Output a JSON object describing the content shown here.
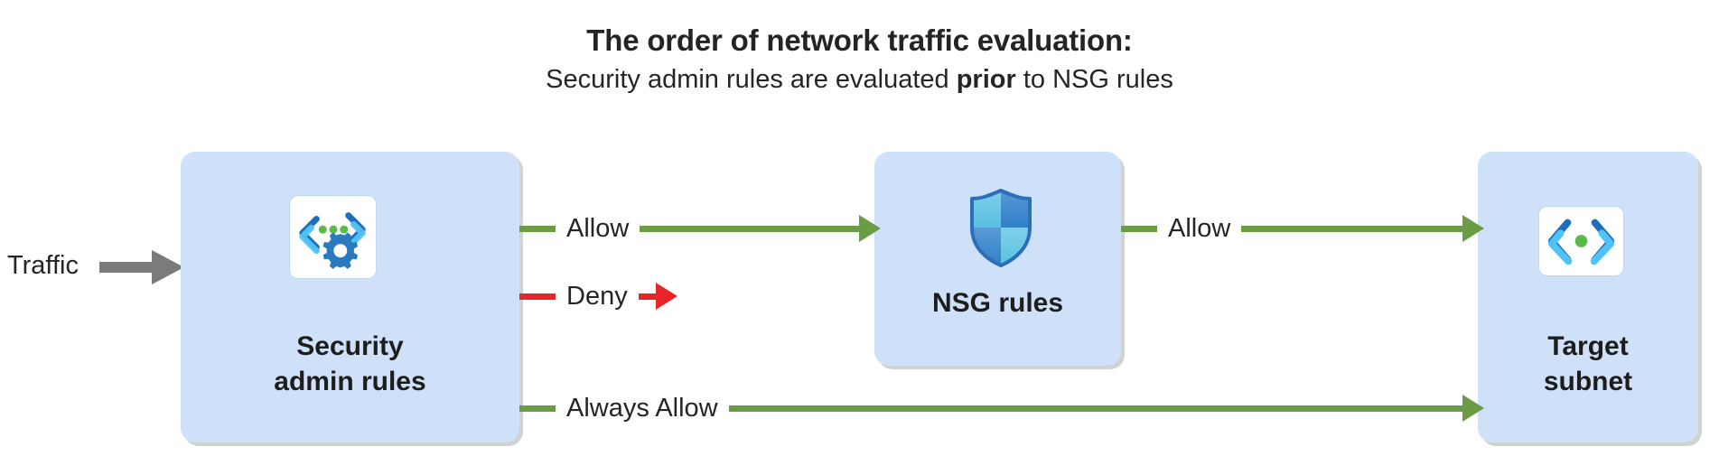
{
  "title": "The order of network traffic evaluation:",
  "subtitle": {
    "before": "Security admin rules are evaluated ",
    "emphasis": "prior",
    "after": " to NSG rules"
  },
  "entry": {
    "label": "Traffic",
    "arrow_color": "#7b7b7b"
  },
  "nodes": [
    {
      "id": "security-admin-rules",
      "label": "Security\nadmin rules",
      "label_line1": "Security",
      "label_line2": "admin rules",
      "icon": "code-gear-icon",
      "fill": "#cfe1f8"
    },
    {
      "id": "nsg-rules",
      "label": "NSG rules",
      "icon": "shield-icon",
      "fill": "#cfe1f8"
    },
    {
      "id": "target-subnet",
      "label": "Target\nsubnet",
      "label_line1": "Target",
      "label_line2": "subnet",
      "icon": "code-brackets-icon",
      "fill": "#cfe1f8"
    }
  ],
  "flows": [
    {
      "id": "allow-to-nsg",
      "label": "Allow",
      "color": "#6a9b45",
      "from": "security-admin-rules",
      "to": "nsg-rules"
    },
    {
      "id": "deny",
      "label": "Deny",
      "color": "#e8262a",
      "from": "security-admin-rules",
      "to": null
    },
    {
      "id": "allow-to-subnet",
      "label": "Allow",
      "color": "#6a9b45",
      "from": "nsg-rules",
      "to": "target-subnet"
    },
    {
      "id": "always-allow",
      "label": "Always Allow",
      "color": "#6a9b45",
      "from": "security-admin-rules",
      "to": "target-subnet"
    }
  ],
  "colors": {
    "node_fill": "#cfe1f8",
    "allow_green": "#6a9b45",
    "deny_red": "#e8262a",
    "traffic_gray": "#7b7b7b",
    "text": "#252525",
    "icon_blue_dark": "#1d6fbd",
    "icon_blue_mid": "#2f92d6",
    "icon_cyan": "#4fc3f7",
    "icon_green": "#5aba47"
  }
}
